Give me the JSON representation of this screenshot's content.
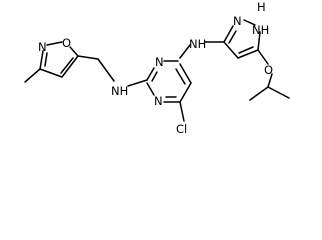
{
  "molecule": {
    "atoms": {
      "isoxazole_o": "O",
      "isoxazole_n": "N",
      "amine_nh_left": "NH",
      "pyrimidine_n1": "N",
      "pyrimidine_n3": "N",
      "amine_nh_top": "NH",
      "pyrazole_n": "N",
      "pyrazole_nh": "NH",
      "pyrazole_h": "H",
      "ether_o": "O",
      "chlorine": "Cl"
    }
  }
}
